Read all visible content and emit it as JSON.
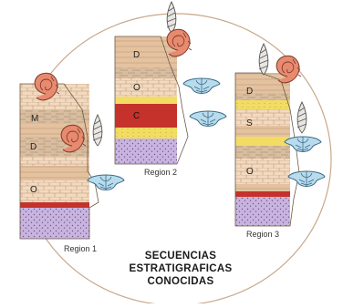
{
  "regions": [
    {
      "name": "Region 1",
      "layer_letters": [
        "M",
        "D",
        "O"
      ]
    },
    {
      "name": "Region 2",
      "layer_letters": [
        "D",
        "O",
        "C"
      ]
    },
    {
      "name": "Region 3",
      "layer_letters": [
        "D",
        "S",
        "O"
      ]
    }
  ],
  "title_lines": [
    "SECUENCIAS",
    "ESTRATIGRAFICAS",
    "CONOCIDAS"
  ],
  "fossil_icons": [
    "ammonite-icon",
    "gastropod-shell-icon",
    "trilobite-icon"
  ],
  "colors": {
    "circle_outline": "#c9a88a",
    "limestone": "#f3d9be",
    "shale": "#d9bda0",
    "sandstone_yellow": "#f2dc63",
    "red_bed": "#c4322b",
    "basement_purple": "#c9b4e0",
    "fossil_pink": "#e88a6f",
    "trilobite_blue": "#b8dced"
  }
}
